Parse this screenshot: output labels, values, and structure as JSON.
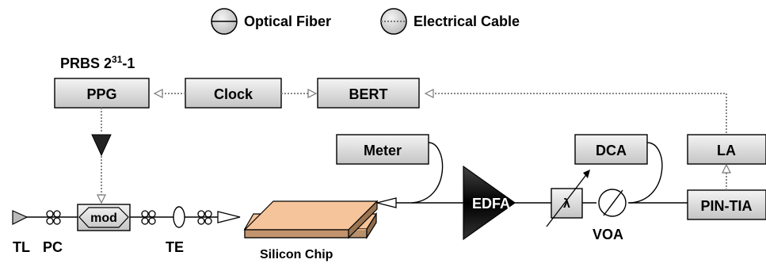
{
  "legend": {
    "optical_fiber": "Optical Fiber",
    "electrical_cable": "Electrical Cable"
  },
  "labels": {
    "prbs_base": "PRBS 2",
    "prbs_exp": "31",
    "prbs_tail": "-1",
    "ppg": "PPG",
    "clock": "Clock",
    "bert": "BERT",
    "meter": "Meter",
    "dca": "DCA",
    "la": "LA",
    "edfa": "EDFA",
    "lambda": "λ",
    "voa": "VOA",
    "pin_tia": "PIN-TIA",
    "mod": "mod",
    "tl": "TL",
    "pc": "PC",
    "te": "TE",
    "silicon_chip": "Silicon Chip"
  },
  "colors": {
    "box_top": "#f2f2f2",
    "box_bottom": "#c8c8c8",
    "chip_top": "#f7c8a0",
    "chip_side": "#c99a70",
    "dotted": "#888888",
    "edfa": "#111111"
  }
}
